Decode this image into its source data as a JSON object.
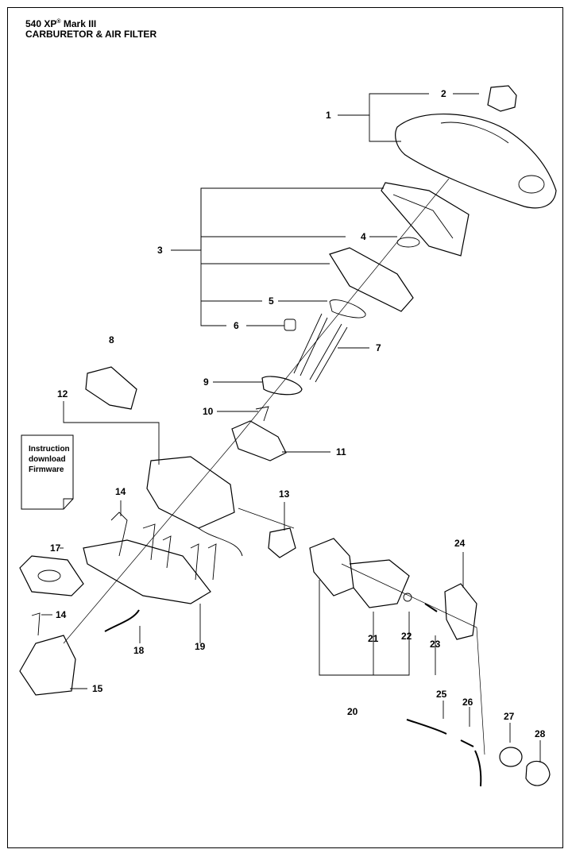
{
  "header": {
    "model": "540 XP",
    "registered": "®",
    "model_suffix": " Mark III",
    "section": "CARBURETOR & AIR FILTER"
  },
  "note_lines": [
    "Instruction",
    "download",
    "Firmware"
  ],
  "callouts": [
    "1",
    "2",
    "3",
    "4",
    "5",
    "6",
    "7",
    "8",
    "9",
    "10",
    "11",
    "12",
    "13",
    "14",
    "14",
    "15",
    "17",
    "18",
    "19",
    "20",
    "21",
    "22",
    "23",
    "24",
    "25",
    "26",
    "27",
    "28"
  ]
}
